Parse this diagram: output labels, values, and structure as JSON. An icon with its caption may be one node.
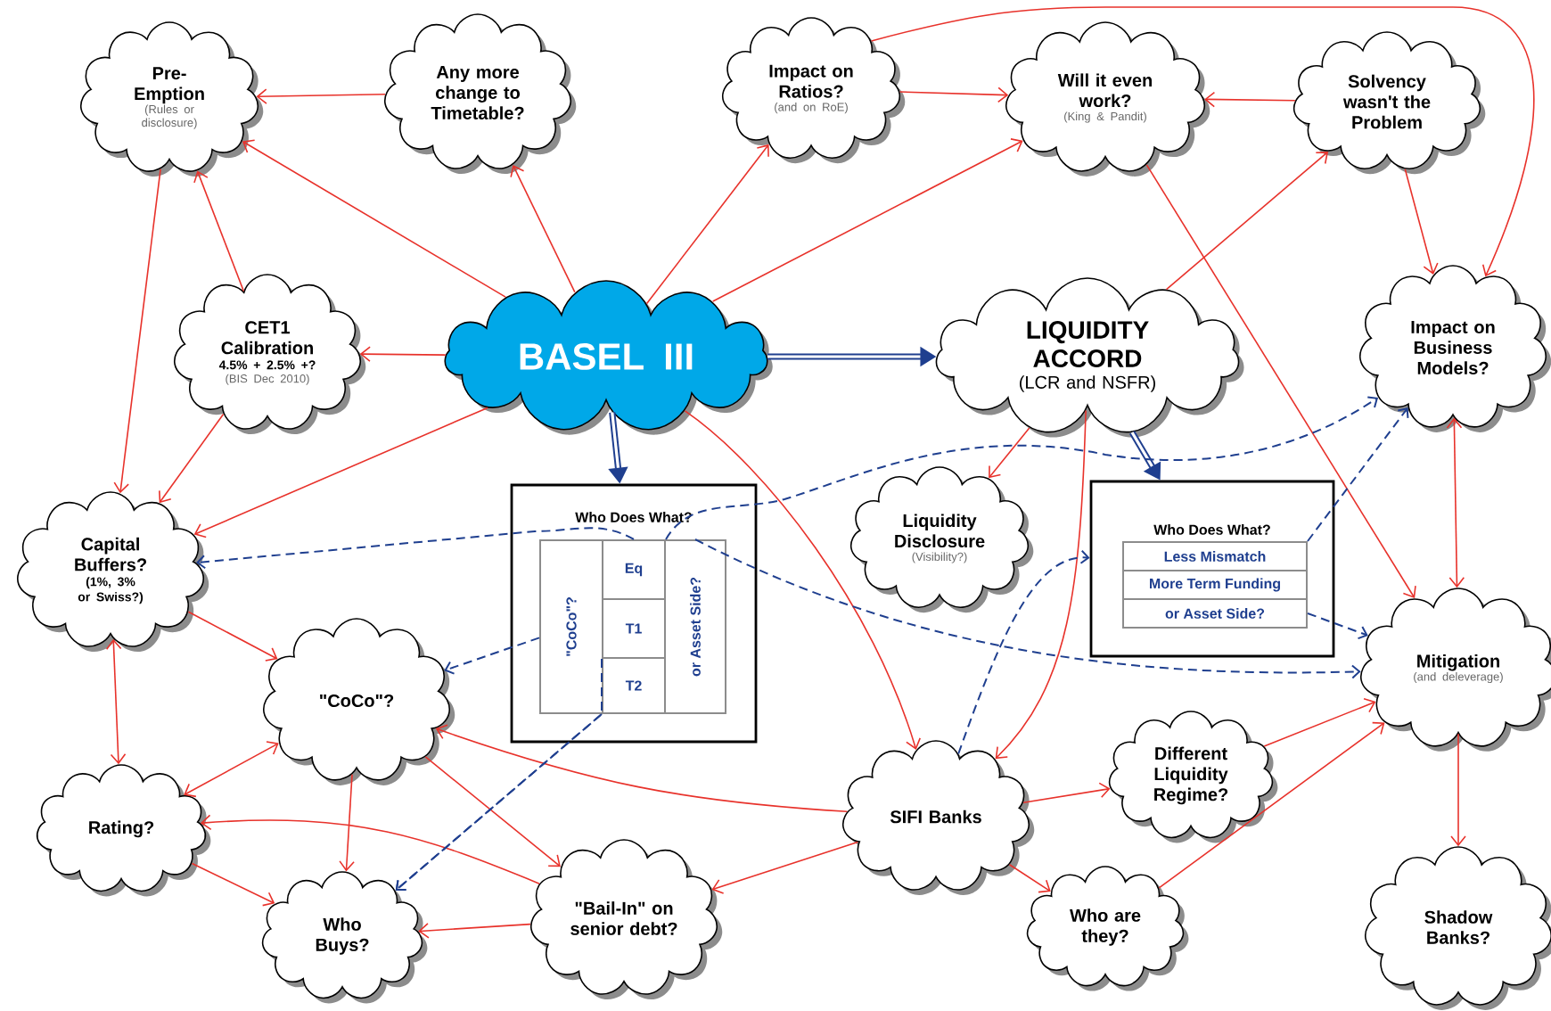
{
  "diagram": {
    "nodes": [
      {
        "text": [
          "Pre-Emption",
          "(Rules or disclosure)"
        ]
      },
      {
        "text": [
          "Any more change to Timetable?"
        ]
      },
      {
        "text": [
          "Impact on Ratios?",
          "(and on RoE)"
        ]
      },
      {
        "text": [
          "Will it even work?",
          "(King & Pandit)"
        ]
      },
      {
        "text": [
          "Solvency wasn't the Problem"
        ]
      },
      {
        "text": [
          "CET1 Calibration",
          "4.5% + 2.5% +?",
          "(BIS Dec 2010)"
        ]
      },
      {
        "text": [
          "BASEL III"
        ]
      },
      {
        "text": [
          "LIQUIDITY ACCORD",
          "(LCR and NSFR)"
        ]
      },
      {
        "text": [
          "Impact on Business Models?"
        ]
      },
      {
        "text": [
          "Who Does What?"
        ]
      },
      {
        "text": [
          "\"CoCo\"?"
        ],
        "in": 9
      },
      {
        "text": [
          "Eq"
        ],
        "in": 9
      },
      {
        "text": [
          "T1"
        ],
        "in": 9
      },
      {
        "text": [
          "T2"
        ],
        "in": 9
      },
      {
        "text": [
          "or Asset Side?"
        ],
        "in": 9
      },
      {
        "text": [
          "Capital Buffers?",
          "(1%, 3% or Swiss?)"
        ]
      },
      {
        "text": [
          "Liquidity Disclosure",
          "(Visibility?)"
        ]
      },
      {
        "text": [
          "Who Does What?"
        ]
      },
      {
        "text": [
          "Less Mismatch"
        ],
        "in": 17
      },
      {
        "text": [
          "More Term Funding"
        ],
        "in": 17
      },
      {
        "text": [
          "or Asset Side?"
        ],
        "in": 17
      },
      {
        "text": [
          "Mitigation",
          "(and deleverage)"
        ]
      },
      {
        "text": [
          "\"CoCo\"?"
        ]
      },
      {
        "text": [
          "Rating?"
        ]
      },
      {
        "text": [
          "SIFI Banks"
        ]
      },
      {
        "text": [
          "Different Liquidity Regime?"
        ]
      },
      {
        "text": [
          "Who Buys?"
        ]
      },
      {
        "text": [
          "\"Bail-In\" on senior debt?"
        ]
      },
      {
        "text": [
          "Who are they?"
        ]
      },
      {
        "text": [
          "Shadow Banks?"
        ]
      }
    ],
    "edges": [
      {
        "from": 1,
        "to": 0,
        "arrow": "to"
      },
      {
        "from": 6,
        "to": 0,
        "arrow": "to"
      },
      {
        "from": 6,
        "to": 1,
        "arrow": "to"
      },
      {
        "from": 6,
        "to": 2,
        "arrow": "to"
      },
      {
        "from": 6,
        "to": 3,
        "arrow": "to"
      },
      {
        "from": 6,
        "to": 5,
        "arrow": "to"
      },
      {
        "from": 6,
        "to": 15,
        "arrow": "to"
      },
      {
        "from": 6,
        "to": 24,
        "arrow": "to"
      },
      {
        "from": 5,
        "to": 0,
        "arrow": "to"
      },
      {
        "from": 5,
        "to": 15,
        "arrow": "to"
      },
      {
        "from": 0,
        "to": 15,
        "arrow": "to"
      },
      {
        "from": 2,
        "to": 3,
        "arrow": "to"
      },
      {
        "from": 2,
        "to": 8,
        "arrow": "to"
      },
      {
        "from": 4,
        "to": 3,
        "arrow": "to"
      },
      {
        "from": 4,
        "to": 8,
        "arrow": "to"
      },
      {
        "from": 7,
        "to": 4,
        "arrow": "to"
      },
      {
        "from": 3,
        "to": 21,
        "arrow": "to"
      },
      {
        "from": 7,
        "to": 16,
        "arrow": "to"
      },
      {
        "from": 7,
        "to": 24,
        "arrow": "to"
      },
      {
        "from": 6,
        "to": 7,
        "arrow": "to",
        "style": "thick",
        "color": "#1f3f8f"
      },
      {
        "from": 6,
        "to": 9,
        "arrow": "to",
        "style": "thick",
        "color": "#1f3f8f"
      },
      {
        "from": 7,
        "to": 17,
        "arrow": "to",
        "style": "thick",
        "color": "#1f3f8f"
      },
      {
        "from": 21,
        "to": 8,
        "arrow": "both"
      },
      {
        "from": 21,
        "to": 29,
        "arrow": "to"
      },
      {
        "from": 15,
        "to": 22,
        "arrow": "to"
      },
      {
        "from": 15,
        "to": 23,
        "arrow": "both"
      },
      {
        "from": 22,
        "to": 23,
        "arrow": "both"
      },
      {
        "from": 22,
        "to": 26,
        "arrow": "to"
      },
      {
        "from": 22,
        "to": 27,
        "arrow": "to"
      },
      {
        "from": 23,
        "to": 26,
        "arrow": "to"
      },
      {
        "from": 27,
        "to": 26,
        "arrow": "to"
      },
      {
        "from": 24,
        "to": 22,
        "arrow": "to"
      },
      {
        "from": 27,
        "to": 23,
        "arrow": "to"
      },
      {
        "from": 24,
        "to": 27,
        "arrow": "to"
      },
      {
        "from": 24,
        "to": 25,
        "arrow": "to"
      },
      {
        "from": 24,
        "to": 28,
        "arrow": "to"
      },
      {
        "from": 25,
        "to": 21,
        "arrow": "to"
      },
      {
        "from": 28,
        "to": 21,
        "arrow": "to"
      },
      {
        "from": 11,
        "to": 15,
        "arrow": "to",
        "style": "dashed",
        "color": "#1f3f8f"
      },
      {
        "from": 10,
        "to": 22,
        "arrow": "to",
        "style": "dashed",
        "color": "#1f3f8f"
      },
      {
        "from": 12,
        "to": 26,
        "arrow": "to",
        "style": "dashed",
        "color": "#1f3f8f"
      },
      {
        "from": 13,
        "to": 26,
        "arrow": "to",
        "style": "dashed",
        "color": "#1f3f8f"
      },
      {
        "from": 14,
        "to": 21,
        "arrow": "to",
        "style": "dashed",
        "color": "#1f3f8f"
      },
      {
        "from": 11,
        "to": 8,
        "arrow": "to",
        "style": "dashed",
        "color": "#1f3f8f"
      },
      {
        "from": 24,
        "to": 17,
        "arrow": "to",
        "style": "dashed",
        "color": "#1f3f8f"
      },
      {
        "from": 18,
        "to": 8,
        "arrow": "to",
        "style": "dashed",
        "color": "#1f3f8f"
      },
      {
        "from": 20,
        "to": 21,
        "arrow": "to",
        "style": "dashed",
        "color": "#1f3f8f"
      }
    ]
  }
}
